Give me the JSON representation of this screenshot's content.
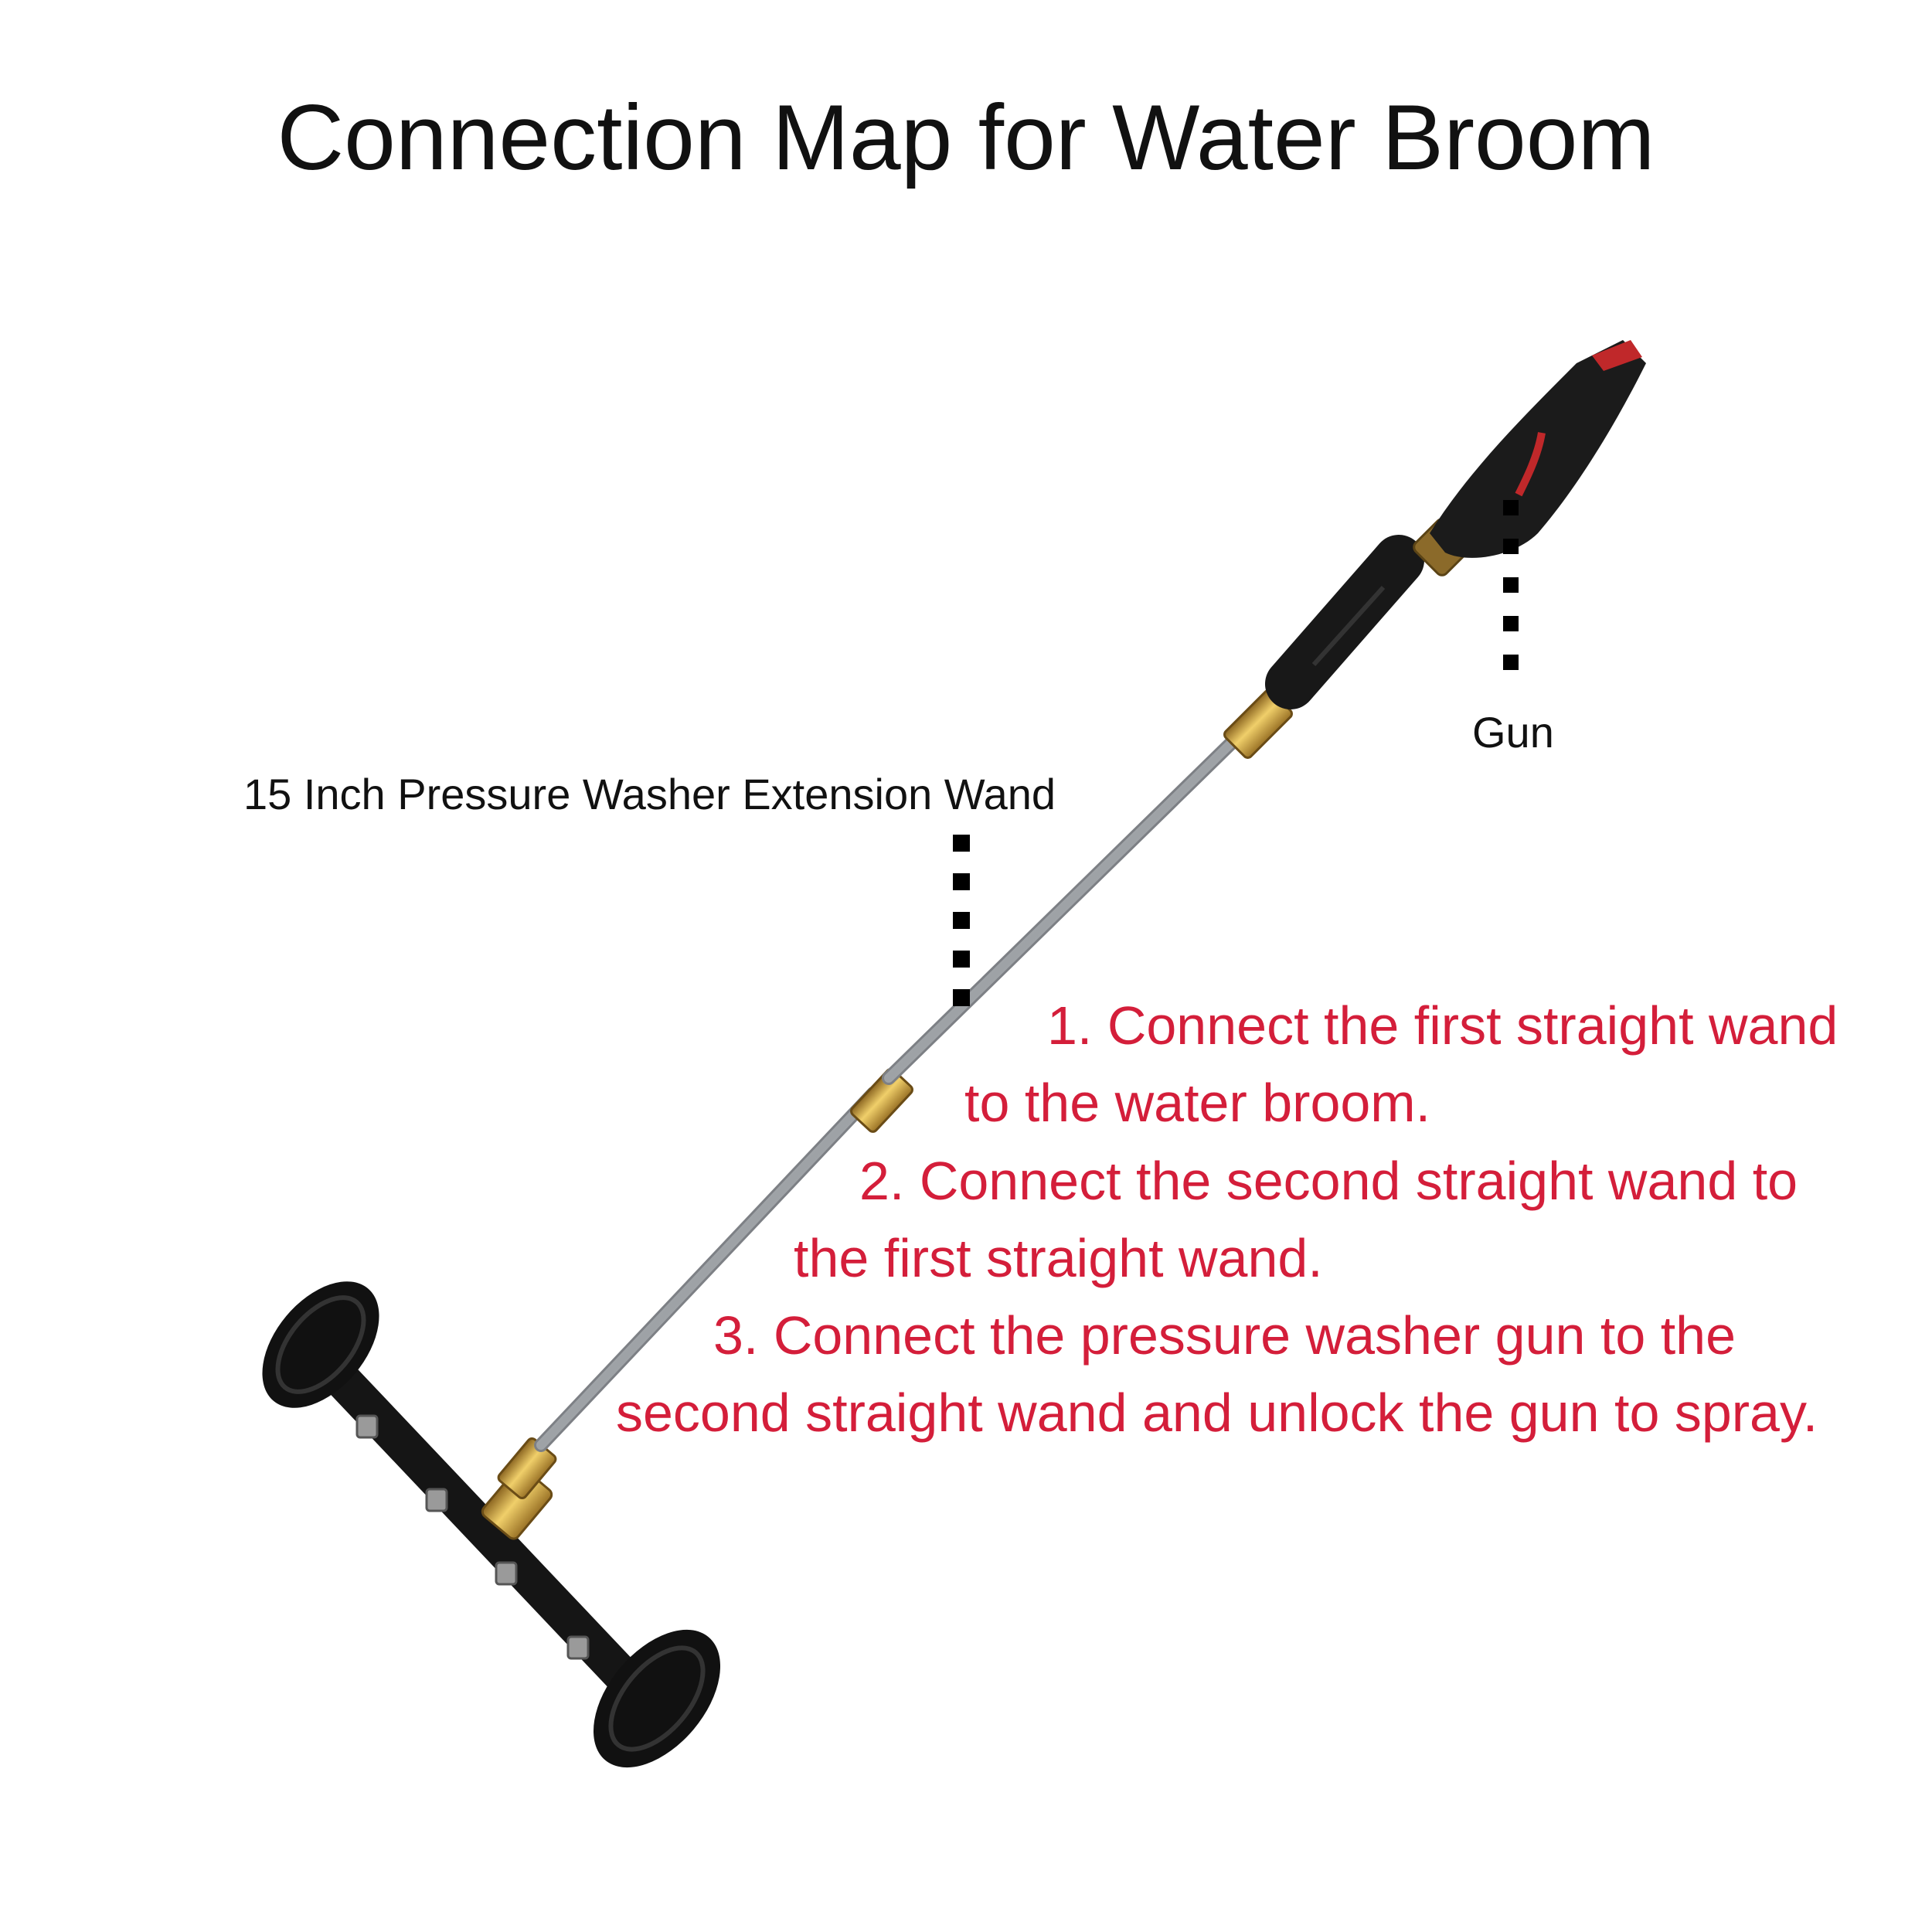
{
  "title": "Connection Map for Water Broom",
  "labels": {
    "gun": "Gun",
    "wand": "15 Inch Pressure Washer Extension Wand"
  },
  "steps": [
    {
      "line1": "1. Connect the first straight wand",
      "line2": "to the water broom."
    },
    {
      "line1": "2. Connect the second straight wand to",
      "line2": "the first straight wand."
    },
    {
      "line1": "3. Connect the pressure washer gun to the",
      "line2": "second straight wand and unlock the gun to spray."
    }
  ],
  "colors": {
    "step_text": "#d41e3a",
    "label_text": "#111111",
    "wand_metal": "#b9bcc0",
    "fitting_brass": "#d1a840",
    "gun_body": "#222222",
    "gun_accent": "#c0282a"
  },
  "icons": [
    "water-broom-icon",
    "extension-wand-icon",
    "spray-gun-icon"
  ]
}
